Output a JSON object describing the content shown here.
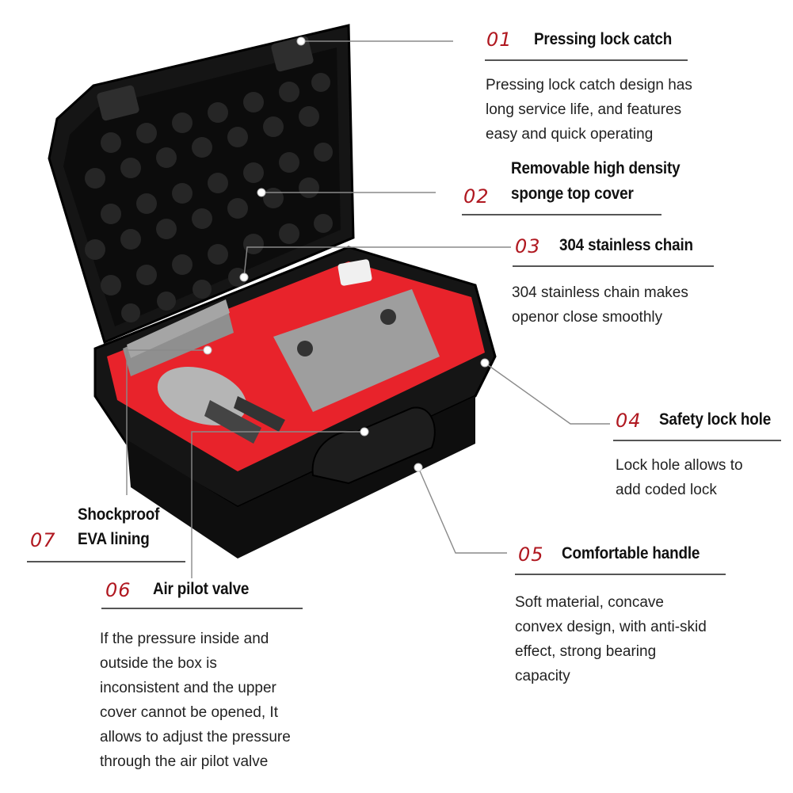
{
  "features": [
    {
      "number": "01",
      "title_lines": [
        "Pressing lock catch"
      ],
      "description": [
        "Pressing lock catch design has",
        "long service life, and features",
        "easy and quick operating"
      ]
    },
    {
      "number": "02",
      "title_lines": [
        "Removable high density",
        "sponge top cover"
      ],
      "description": []
    },
    {
      "number": "03",
      "title_lines": [
        "304 stainless chain"
      ],
      "description": [
        "304 stainless chain makes",
        "openor close smoothly"
      ]
    },
    {
      "number": "04",
      "title_lines": [
        "Safety lock hole"
      ],
      "description": [
        "Lock hole allows to",
        "add coded lock"
      ]
    },
    {
      "number": "05",
      "title_lines": [
        "Comfortable handle"
      ],
      "description": [
        "Soft material, concave",
        "convex design, with anti-skid",
        "effect, strong bearing",
        "capacity"
      ]
    },
    {
      "number": "06",
      "title_lines": [
        "Air pilot valve"
      ],
      "description": [
        "If the pressure inside and",
        "outside the box is",
        "inconsistent and the upper",
        "cover cannot be opened, It",
        "allows to adjust the pressure",
        "through the air pilot valve"
      ]
    },
    {
      "number": "07",
      "title_lines": [
        "Shockproof",
        "EVA lining"
      ],
      "description": []
    }
  ],
  "colors": {
    "number": "#b01820",
    "foam_red": "#e8232b",
    "case_black": "#141414",
    "rule": "#555555"
  },
  "product_image": "black hard carrying case with red EVA foam insert holding drone, remote controller, batteries and propellers"
}
